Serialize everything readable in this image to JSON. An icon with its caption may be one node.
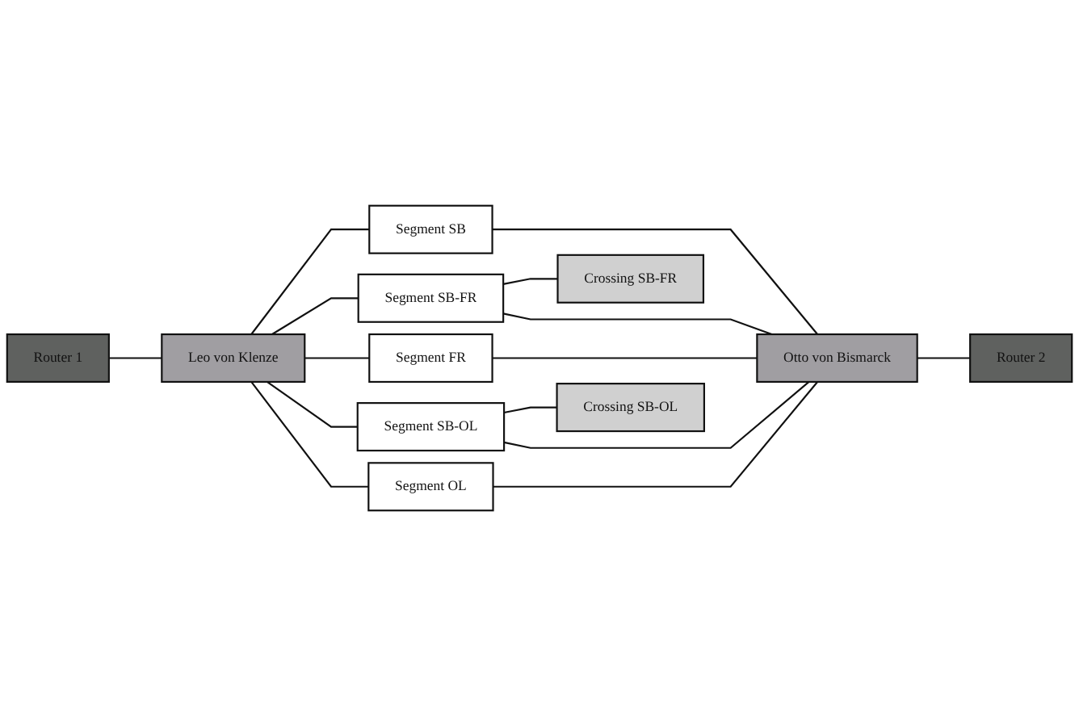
{
  "diagram": {
    "nodes": [
      {
        "text": [
          "Router 1"
        ]
      },
      {
        "text": [
          "Leo von Klenze"
        ]
      },
      {
        "text": [
          "Segment SB"
        ]
      },
      {
        "text": [
          "Segment SB-FR"
        ]
      },
      {
        "text": [
          "Crossing SB-FR"
        ]
      },
      {
        "text": [
          "Segment FR"
        ]
      },
      {
        "text": [
          "Segment SB-OL"
        ]
      },
      {
        "text": [
          "Crossing SB-OL"
        ]
      },
      {
        "text": [
          "Segment OL"
        ]
      },
      {
        "text": [
          "Router 2"
        ]
      },
      {
        "text": [
          "Otto von Bismarck"
        ]
      }
    ],
    "edges": [
      {
        "from": 0,
        "to": 1,
        "arrow": "none"
      },
      {
        "from": 1,
        "to": 2,
        "arrow": "none"
      },
      {
        "from": 1,
        "to": 3,
        "arrow": "none"
      },
      {
        "from": 1,
        "to": 5,
        "arrow": "none"
      },
      {
        "from": 1,
        "to": 6,
        "arrow": "none"
      },
      {
        "from": 1,
        "to": 8,
        "arrow": "none"
      },
      {
        "from": 3,
        "to": 4,
        "arrow": "none"
      },
      {
        "from": 6,
        "to": 7,
        "arrow": "none"
      },
      {
        "from": 2,
        "to": 10,
        "arrow": "none"
      },
      {
        "from": 3,
        "to": 10,
        "arrow": "none"
      },
      {
        "from": 5,
        "to": 10,
        "arrow": "none"
      },
      {
        "from": 6,
        "to": 10,
        "arrow": "none"
      },
      {
        "from": 8,
        "to": 10,
        "arrow": "none"
      },
      {
        "from": 10,
        "to": 9,
        "arrow": "none"
      }
    ]
  }
}
